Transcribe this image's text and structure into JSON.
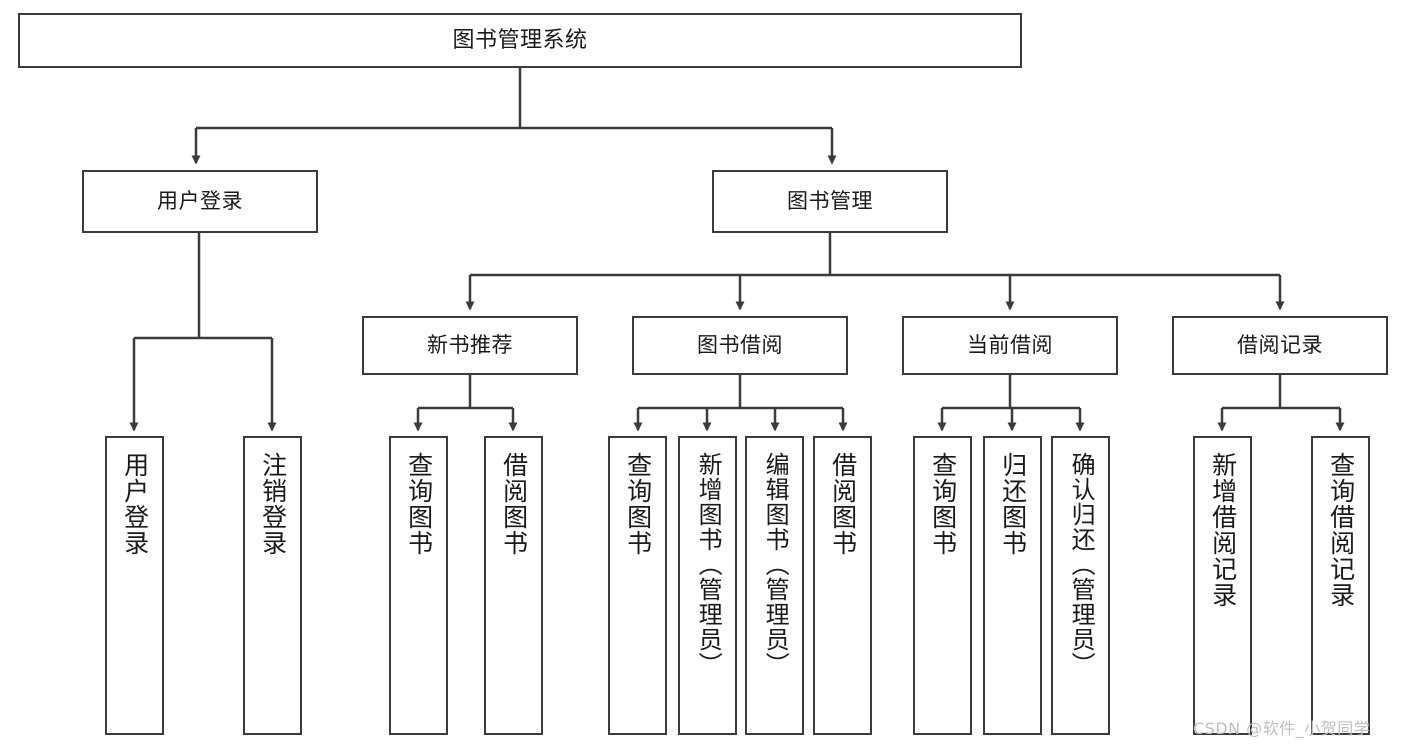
{
  "diagram": {
    "title": "图书管理系统",
    "type": "tree-hierarchy-diagram",
    "root": {
      "id": "root",
      "label": "图书管理系统"
    },
    "level2": [
      {
        "id": "user-login",
        "label": "用户登录"
      },
      {
        "id": "book-manage",
        "label": "图书管理"
      }
    ],
    "level3": [
      {
        "id": "new-book-rec",
        "label": "新书推荐"
      },
      {
        "id": "book-borrow",
        "label": "图书借阅"
      },
      {
        "id": "current-borrow",
        "label": "当前借阅"
      },
      {
        "id": "borrow-record",
        "label": "借阅记录"
      }
    ],
    "leaves": {
      "user-login": [
        {
          "id": "leaf-user-login",
          "label": "用户登录"
        },
        {
          "id": "leaf-logout",
          "label": "注销登录"
        }
      ],
      "new-book-rec": [
        {
          "id": "leaf-query-book-1",
          "label": "查询图书"
        },
        {
          "id": "leaf-borrow-book-1",
          "label": "借阅图书"
        }
      ],
      "book-borrow": [
        {
          "id": "leaf-query-book-2",
          "label": "查询图书"
        },
        {
          "id": "leaf-add-book",
          "label": "新增图书（管理员）"
        },
        {
          "id": "leaf-edit-book",
          "label": "编辑图书（管理员）"
        },
        {
          "id": "leaf-borrow-book-2",
          "label": "借阅图书"
        }
      ],
      "current-borrow": [
        {
          "id": "leaf-query-book-3",
          "label": "查询图书"
        },
        {
          "id": "leaf-return-book",
          "label": "归还图书"
        },
        {
          "id": "leaf-confirm-return",
          "label": "确认归还（管理员）"
        }
      ],
      "borrow-record": [
        {
          "id": "leaf-add-record",
          "label": "新增借阅记录"
        },
        {
          "id": "leaf-query-record",
          "label": "查询借阅记录"
        }
      ]
    },
    "colors": {
      "stroke": "#3b3b3b",
      "fill": "#ffffff",
      "text": "#1a1a1a",
      "watermark": "#bfbfbf"
    }
  },
  "watermark": {
    "text": "CSDN @软件_小贺同学"
  }
}
